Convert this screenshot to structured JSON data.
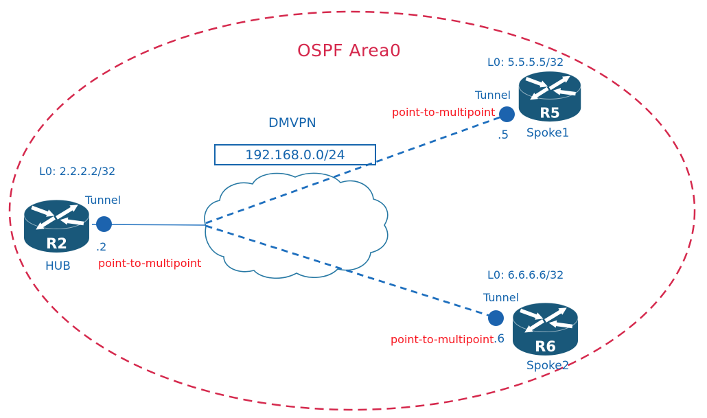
{
  "colors": {
    "area_border": "#d5294d",
    "area_title": "#d5294d",
    "label_blue": "#1565ad",
    "network_type_red": "#f8141e",
    "link_blue": "#1e6fbe",
    "cloud_stroke": "#2879a4",
    "router_fill": "#19587a",
    "dot_fill": "#1c63ae"
  },
  "area": {
    "title": "OSPF Area0"
  },
  "cloud": {
    "label": "DMVPN",
    "subnet": "192.168.0.0/24"
  },
  "nodes": {
    "r2": {
      "name": "R2",
      "role": "HUB",
      "loopback": "L0: 2.2.2.2/32",
      "interface": "Tunnel",
      "address": ".2",
      "ospf_type": "point-to-multipoint"
    },
    "r5": {
      "name": "R5",
      "role": "Spoke1",
      "loopback": "L0: 5.5.5.5/32",
      "interface": "Tunnel",
      "address": ".5",
      "ospf_type": "point-to-multipoint"
    },
    "r6": {
      "name": "R6",
      "role": "Spoke2",
      "loopback": "L0: 6.6.6.6/32",
      "interface": "Tunnel",
      "address": ".6",
      "ospf_type": "point-to-multipoint"
    }
  }
}
